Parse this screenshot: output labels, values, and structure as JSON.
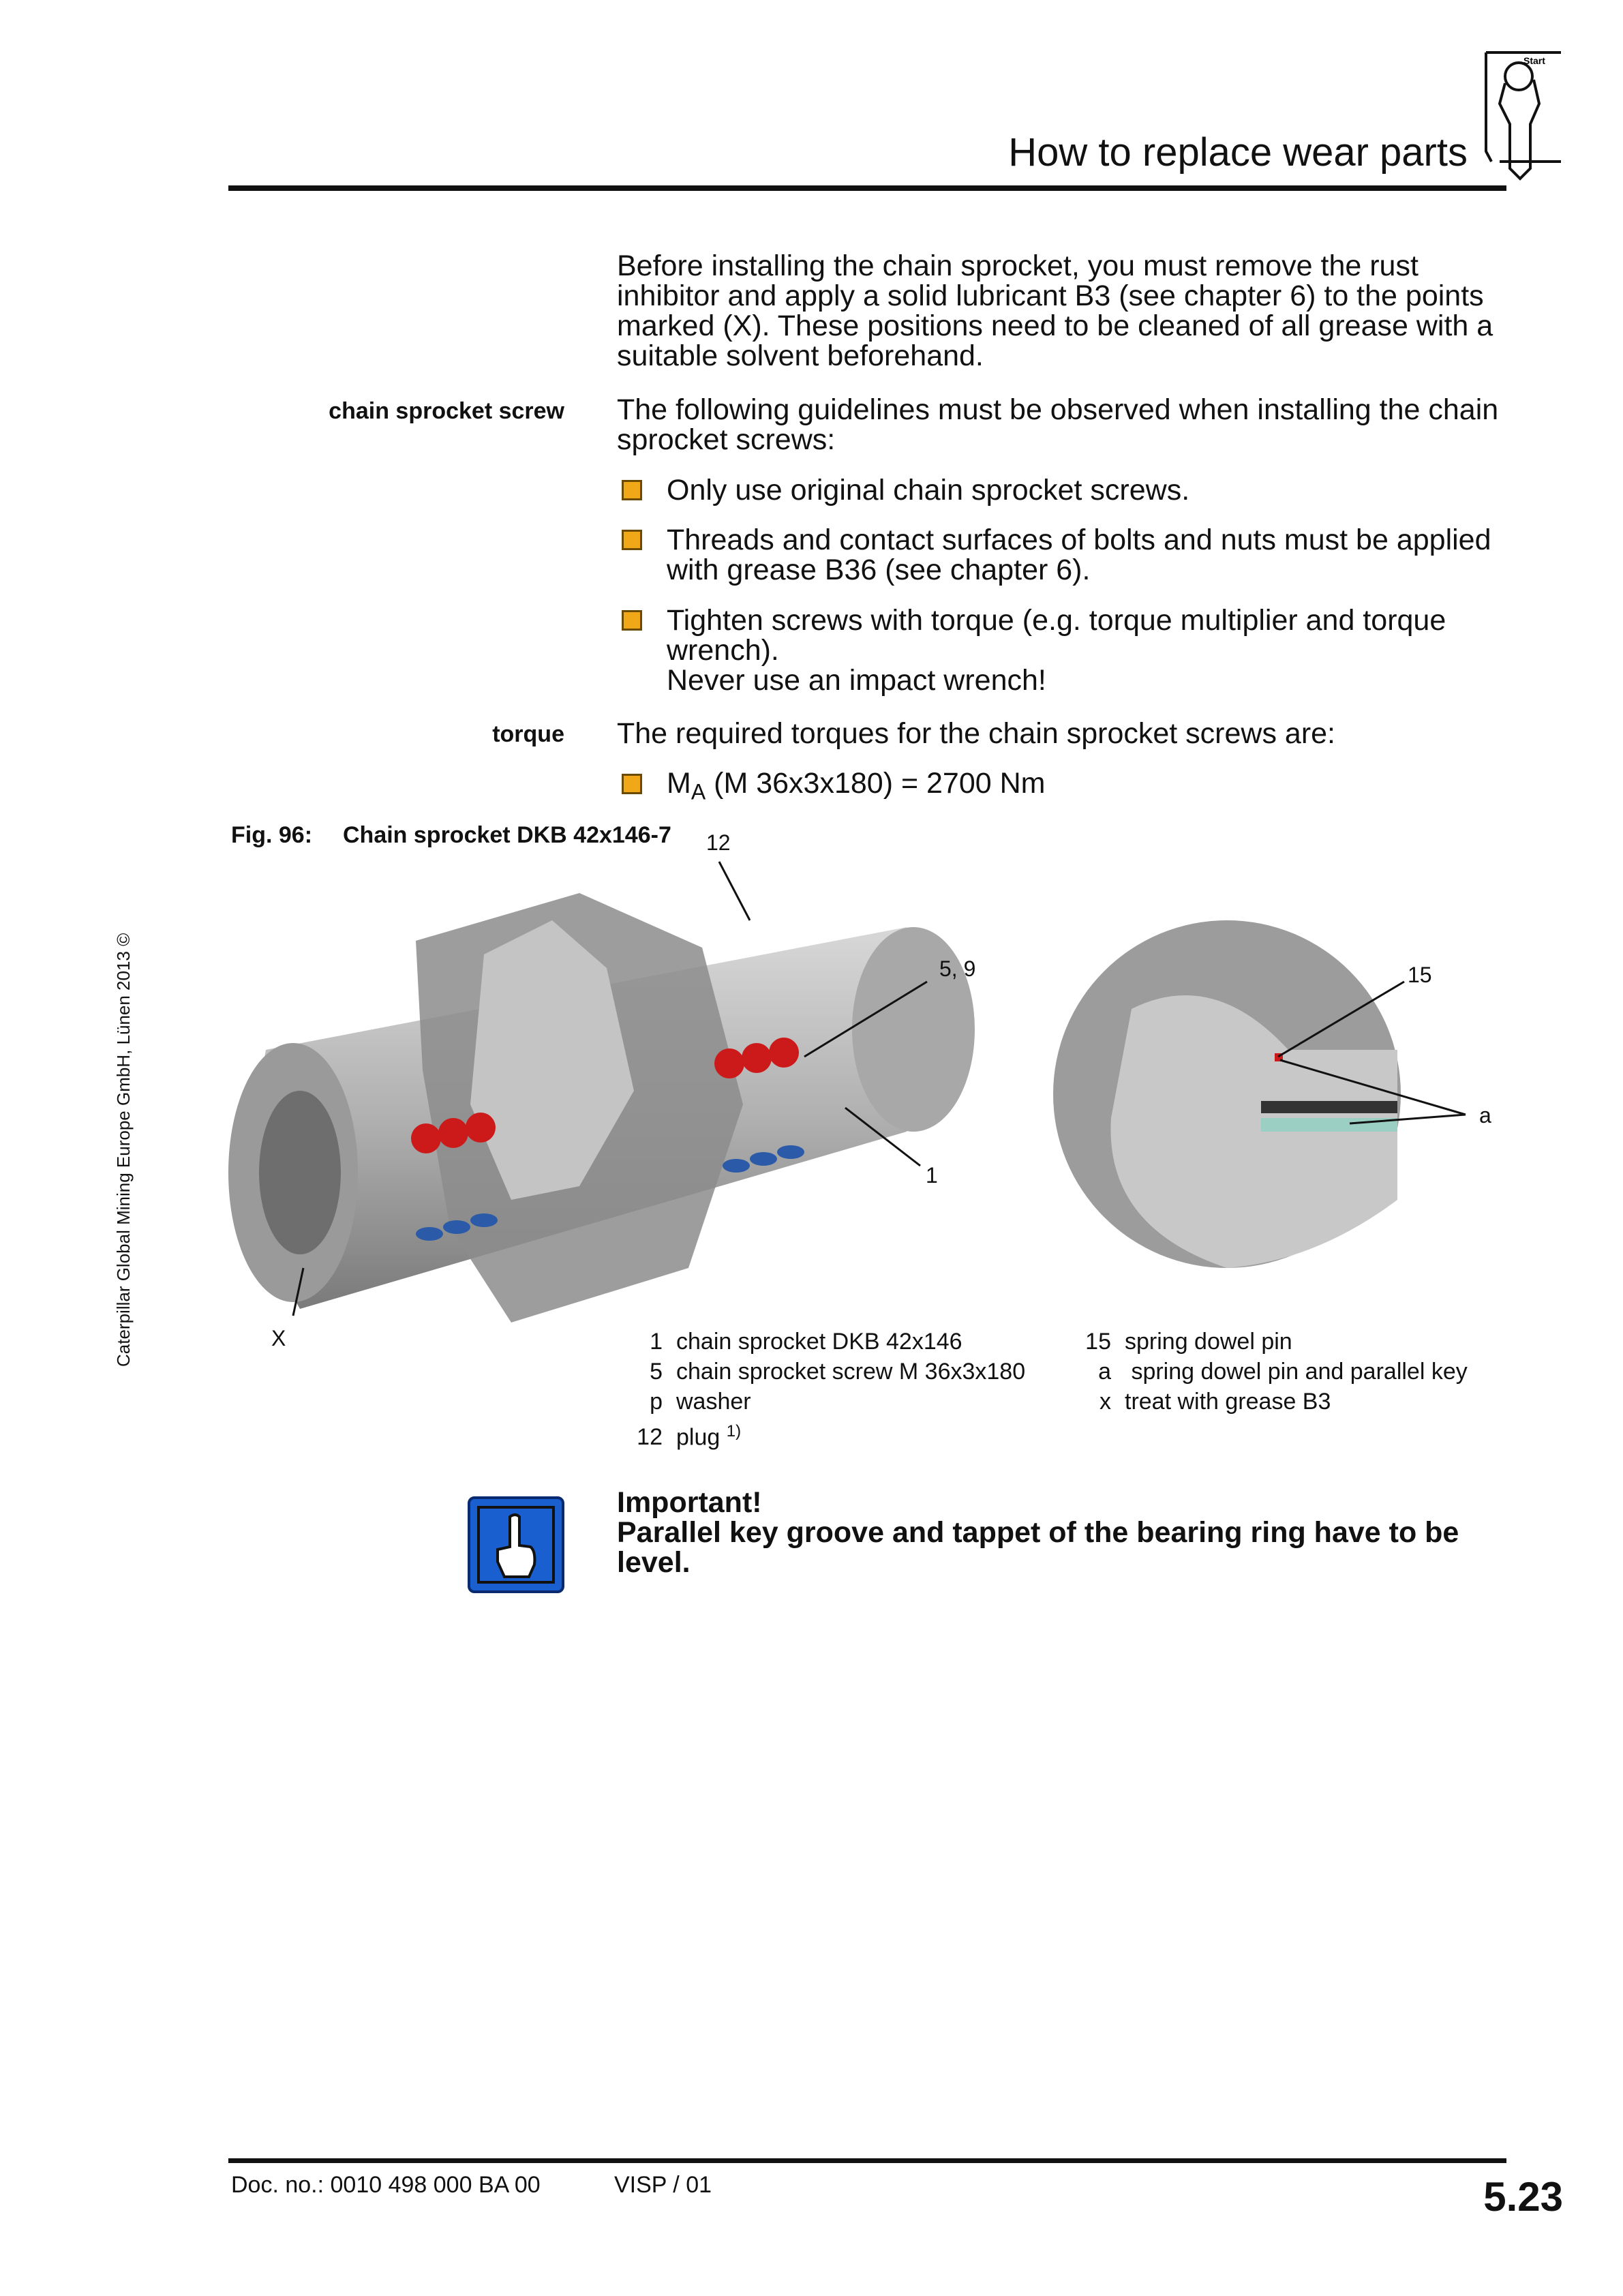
{
  "header": {
    "title": "How to replace wear parts",
    "icon_label": "Start"
  },
  "intro": "Before installing the chain sprocket, you must remove the rust inhibitor and apply a solid lubricant B3 (see chapter 6) to the points marked (X). These positions need to be cleaned of all grease with a suitable solvent beforehand.",
  "screw_section": {
    "side_label": "chain sprocket screw",
    "text": "The following guidelines must be observed when installing the chain sprocket screws:",
    "bullets": [
      "Only use original chain sprocket screws.",
      "Threads and contact surfaces of bolts and nuts must be applied with grease B36 (see chapter 6).",
      "Tighten screws with torque (e.g. torque multiplier and torque wrench).",
      "Never use an impact wrench!"
    ]
  },
  "torque_section": {
    "side_label": "torque",
    "text": "The required torques for the chain sprocket screws are:",
    "bullet_main": "M",
    "bullet_sub": "A",
    "bullet_rest": " (M 36x3x180) = 2700 Nm"
  },
  "figure": {
    "number": "Fig. 96:",
    "caption": "Chain sprocket DKB 42x146-7",
    "callouts": {
      "c12": "12",
      "c59": "5, 9",
      "c1": "1",
      "cx": "X",
      "c15": "15",
      "ca": "a"
    },
    "legend_left": [
      {
        "n": "1",
        "t": "chain sprocket DKB 42x146"
      },
      {
        "n": "5",
        "t": "chain sprocket screw M 36x3x180"
      },
      {
        "n": "p",
        "t": "washer"
      },
      {
        "n": "12",
        "t": "plug",
        "sup": "1)"
      }
    ],
    "legend_right": [
      {
        "n": "15",
        "t": "spring dowel pin"
      },
      {
        "n": "a",
        "t": " spring dowel pin and parallel key"
      },
      {
        "n": "x",
        "t": "treat with grease B3"
      }
    ]
  },
  "important": {
    "heading": "Important!",
    "text": "Parallel key groove and tappet of the bearing ring have to be level."
  },
  "copyright": "Caterpillar Global Mining Europe GmbH, Lünen 2013 ©",
  "footer": {
    "doc_no": "Doc. no.: 0010 498 000 BA 00",
    "visp": "VISP / 01",
    "page": "5.23"
  },
  "colors": {
    "bullet": "#f0a818",
    "important_icon": "#1a5fd0"
  }
}
